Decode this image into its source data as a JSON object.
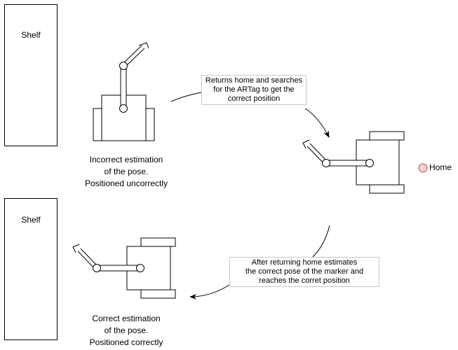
{
  "shelf_top": "Shelf",
  "shelf_bottom": "Shelf",
  "caption_incorrect": [
    "Incorrect estimation",
    "of the pose.",
    "Positioned uncorrectly"
  ],
  "caption_correct": [
    "Correct estimation",
    "of the pose.",
    "Positioned correctly"
  ],
  "note_return": [
    "Returns home and searches",
    "for the ARTag to get the",
    "correct position"
  ],
  "note_after": [
    "After returning home estimates",
    "the correct pose of the marker and",
    "reaches the corret position"
  ],
  "home_label": "Home",
  "colors": {
    "stroke": "#000000",
    "home_fill": "#f8cecc",
    "home_stroke": "#b85450",
    "note_border": "#c8c8c8"
  }
}
